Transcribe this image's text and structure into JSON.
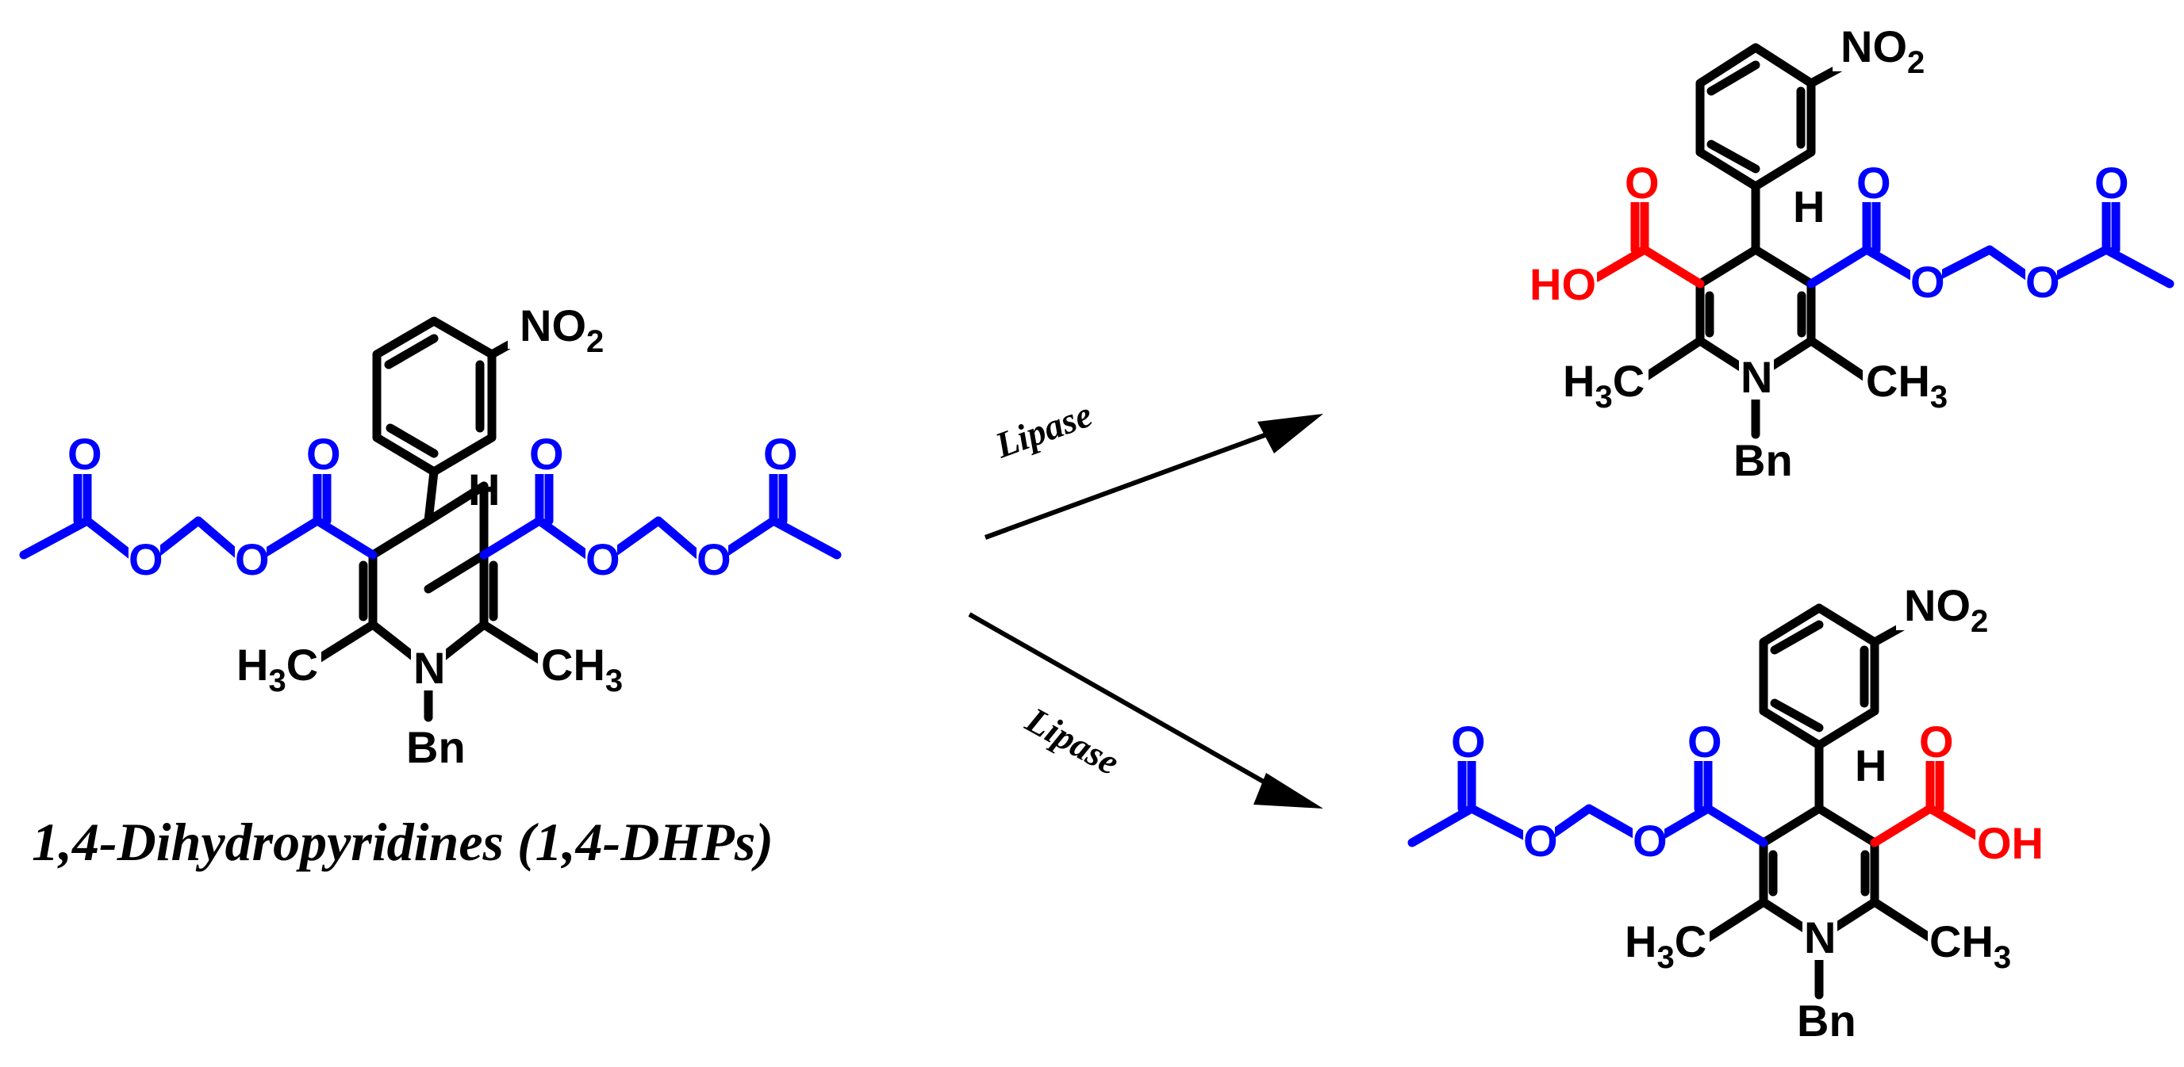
{
  "colors": {
    "core": "#000000",
    "ester": "#0000ff",
    "acid": "#ff0000"
  },
  "reactant": {
    "caption": "1,4-Dihydropyridines (1,4-DHPs)",
    "labels": {
      "nitro_N": "NO",
      "nitro_sub": "2",
      "H": "H",
      "N": "N",
      "Bn": "Bn",
      "methyl_left_pre": "H",
      "methyl_left_sub": "3",
      "methyl_left_post": "C",
      "methyl_right_pre": "CH",
      "methyl_right_sub": "3",
      "O": "O"
    }
  },
  "reaction": {
    "reagent_top": "Lipase",
    "reagent_bottom": "Lipase"
  },
  "product_top": {
    "labels": {
      "nitro_N": "NO",
      "nitro_sub": "2",
      "H": "H",
      "N": "N",
      "Bn": "Bn",
      "acid_OH": "HO",
      "O": "O",
      "methyl_left_pre": "H",
      "methyl_left_sub": "3",
      "methyl_left_post": "C",
      "methyl_right_pre": "CH",
      "methyl_right_sub": "3"
    }
  },
  "product_bottom": {
    "labels": {
      "nitro_N": "NO",
      "nitro_sub": "2",
      "H": "H",
      "N": "N",
      "Bn": "Bn",
      "acid_OH": "OH",
      "O": "O",
      "methyl_left_pre": "H",
      "methyl_left_sub": "3",
      "methyl_left_post": "C",
      "methyl_right_pre": "CH",
      "methyl_right_sub": "3"
    }
  }
}
